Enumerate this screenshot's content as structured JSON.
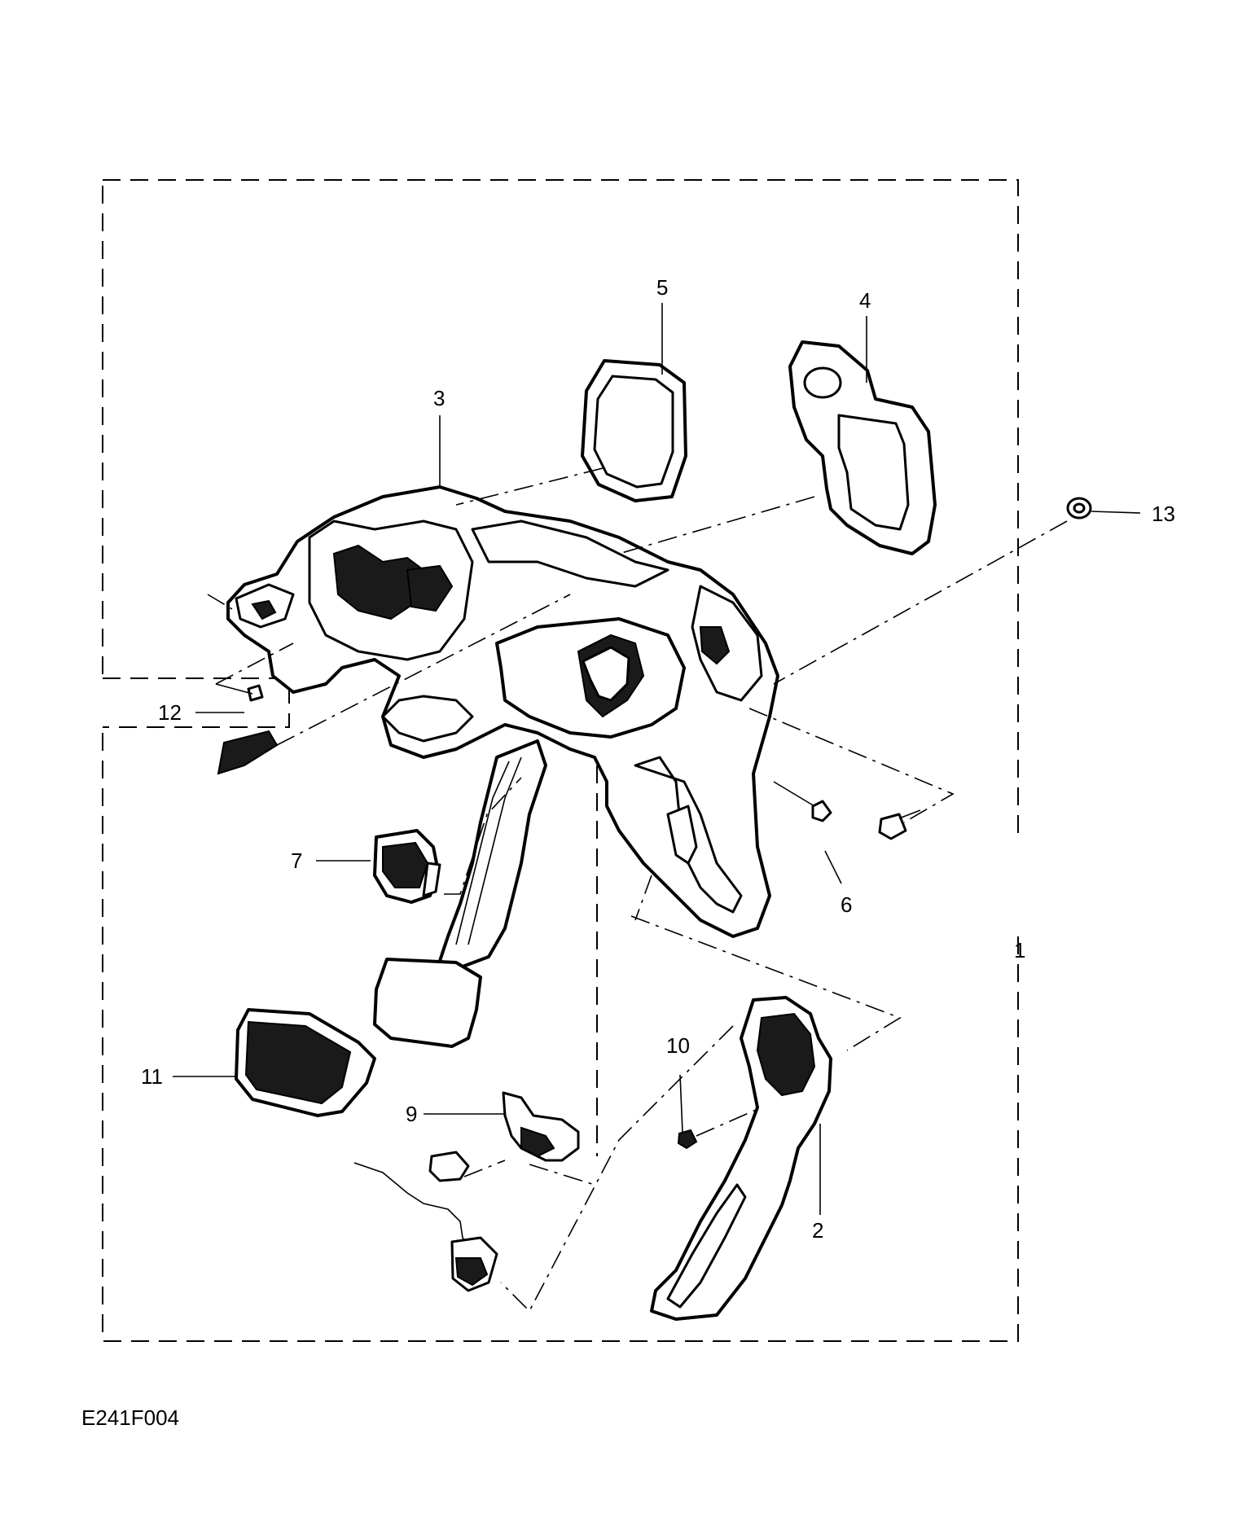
{
  "diagram": {
    "reference_code": "E241F004",
    "callouts": [
      {
        "id": "c1",
        "label": "1"
      },
      {
        "id": "c2",
        "label": "2"
      },
      {
        "id": "c3",
        "label": "3"
      },
      {
        "id": "c4",
        "label": "4"
      },
      {
        "id": "c5",
        "label": "5"
      },
      {
        "id": "c6",
        "label": "6"
      },
      {
        "id": "c7",
        "label": "7"
      },
      {
        "id": "c9",
        "label": "9"
      },
      {
        "id": "c10",
        "label": "10"
      },
      {
        "id": "c11",
        "label": "11"
      },
      {
        "id": "c12",
        "label": "12"
      },
      {
        "id": "c13",
        "label": "13"
      }
    ]
  }
}
